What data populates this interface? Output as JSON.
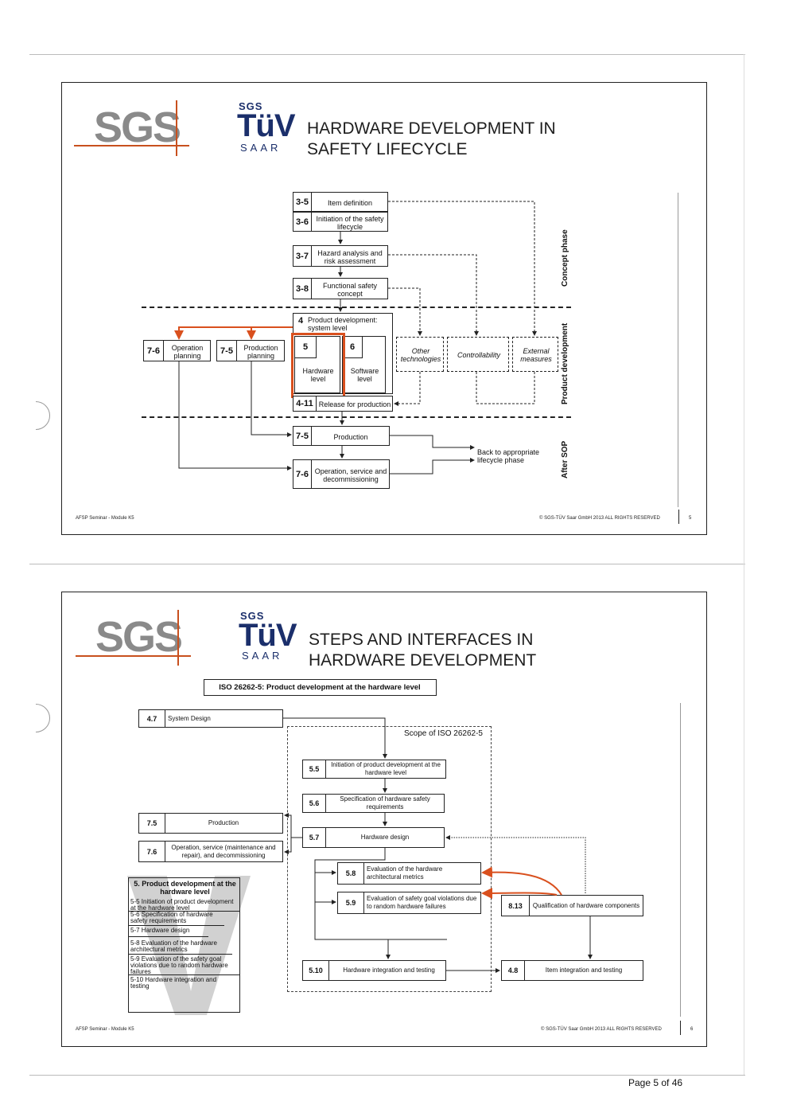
{
  "slide1": {
    "logo_sgs": "SGS",
    "logo_tuv_top": "SGS",
    "logo_tuv_main": "TüV",
    "logo_tuv_bottom": "SAAR",
    "title_line1": "HARDWARE DEVELOPMENT IN",
    "title_line2": "SAFETY LIFECYCLE",
    "boxes": {
      "b35": {
        "num": "3-5",
        "label": "Item definition"
      },
      "b36": {
        "num": "3-6",
        "label": "Initiation of the safety lifecycle"
      },
      "b37": {
        "num": "3-7",
        "label": "Hazard analysis and risk assessment"
      },
      "b38": {
        "num": "3-8",
        "label": "Functional safety concept"
      },
      "b4": {
        "num": "4",
        "label": "Product development: system level"
      },
      "b5": {
        "num": "5",
        "label": "Hardware level"
      },
      "b6": {
        "num": "6",
        "label": "Software level"
      },
      "b411": {
        "num": "4-11",
        "label": "Release for production"
      },
      "b76a": {
        "num": "7-6",
        "label": "Operation planning"
      },
      "b75a": {
        "num": "7-5",
        "label": "Production planning"
      },
      "b75b": {
        "num": "7-5",
        "label": "Production"
      },
      "b76b": {
        "num": "7-6",
        "label": "Operation, service and decommissioning"
      },
      "other": "Other technologies",
      "control": "Controllability",
      "external": "External measures"
    },
    "back_to": "Back to appropriate lifecycle phase",
    "phase_concept": "Concept phase",
    "phase_product": "Product development",
    "phase_after": "After SOP",
    "footer_left": "AFSP Seminar - Module K5",
    "footer_right": "© SGS-TÜV Saar GmbH 2013 ALL RIGHTS RESERVED",
    "page_num": "5"
  },
  "slide2": {
    "logo_sgs": "SGS",
    "logo_tuv_top": "SGS",
    "logo_tuv_main": "TüV",
    "logo_tuv_bottom": "SAAR",
    "title_line1": "STEPS AND INTERFACES IN",
    "title_line2": "HARDWARE DEVELOPMENT",
    "iso_header": "ISO 26262-5: Product development at the hardware level",
    "scope": "Scope of ISO 26262-5",
    "boxes": {
      "b47": {
        "num": "4.7",
        "label": "System Design"
      },
      "b55": {
        "num": "5.5",
        "label": "Initiation of product development at the hardware level"
      },
      "b56": {
        "num": "5.6",
        "label": "Specification of hardware safety requirements"
      },
      "b57": {
        "num": "5.7",
        "label": "Hardware design"
      },
      "b58": {
        "num": "5.8",
        "label": "Evaluation of the hardware architectural metrics"
      },
      "b59": {
        "num": "5.9",
        "label": "Evaluation of safety goal violations due to random hardware failures"
      },
      "b510": {
        "num": "5.10",
        "label": "Hardware integration and testing"
      },
      "b75": {
        "num": "7.5",
        "label": "Production"
      },
      "b76": {
        "num": "7.6",
        "label": "Operation, service (maintenance and repair), and decommissioning"
      },
      "b813": {
        "num": "8.13",
        "label": "Qualification of hardware components"
      },
      "b48": {
        "num": "4.8",
        "label": "Item integration and testing"
      }
    },
    "legend_title": "5. Product development at the hardware level",
    "legend_items": [
      "5-5 Initiation of product development at the hardware level",
      "5-6 Specification of hardware safety requirements",
      "5-7 Hardware design",
      "5-8 Evaluation of the hardware architectural metrics",
      "5-9 Evaluation of the safety goal violations due to random hardware failures",
      "5-10 Hardware integration and testing"
    ],
    "footer_left": "AFSP Seminar - Module K5",
    "footer_right": "© SGS-TÜV Saar GmbH 2013 ALL RIGHTS RESERVED",
    "page_num": "6"
  },
  "page_footer": "Page 5 of 46"
}
